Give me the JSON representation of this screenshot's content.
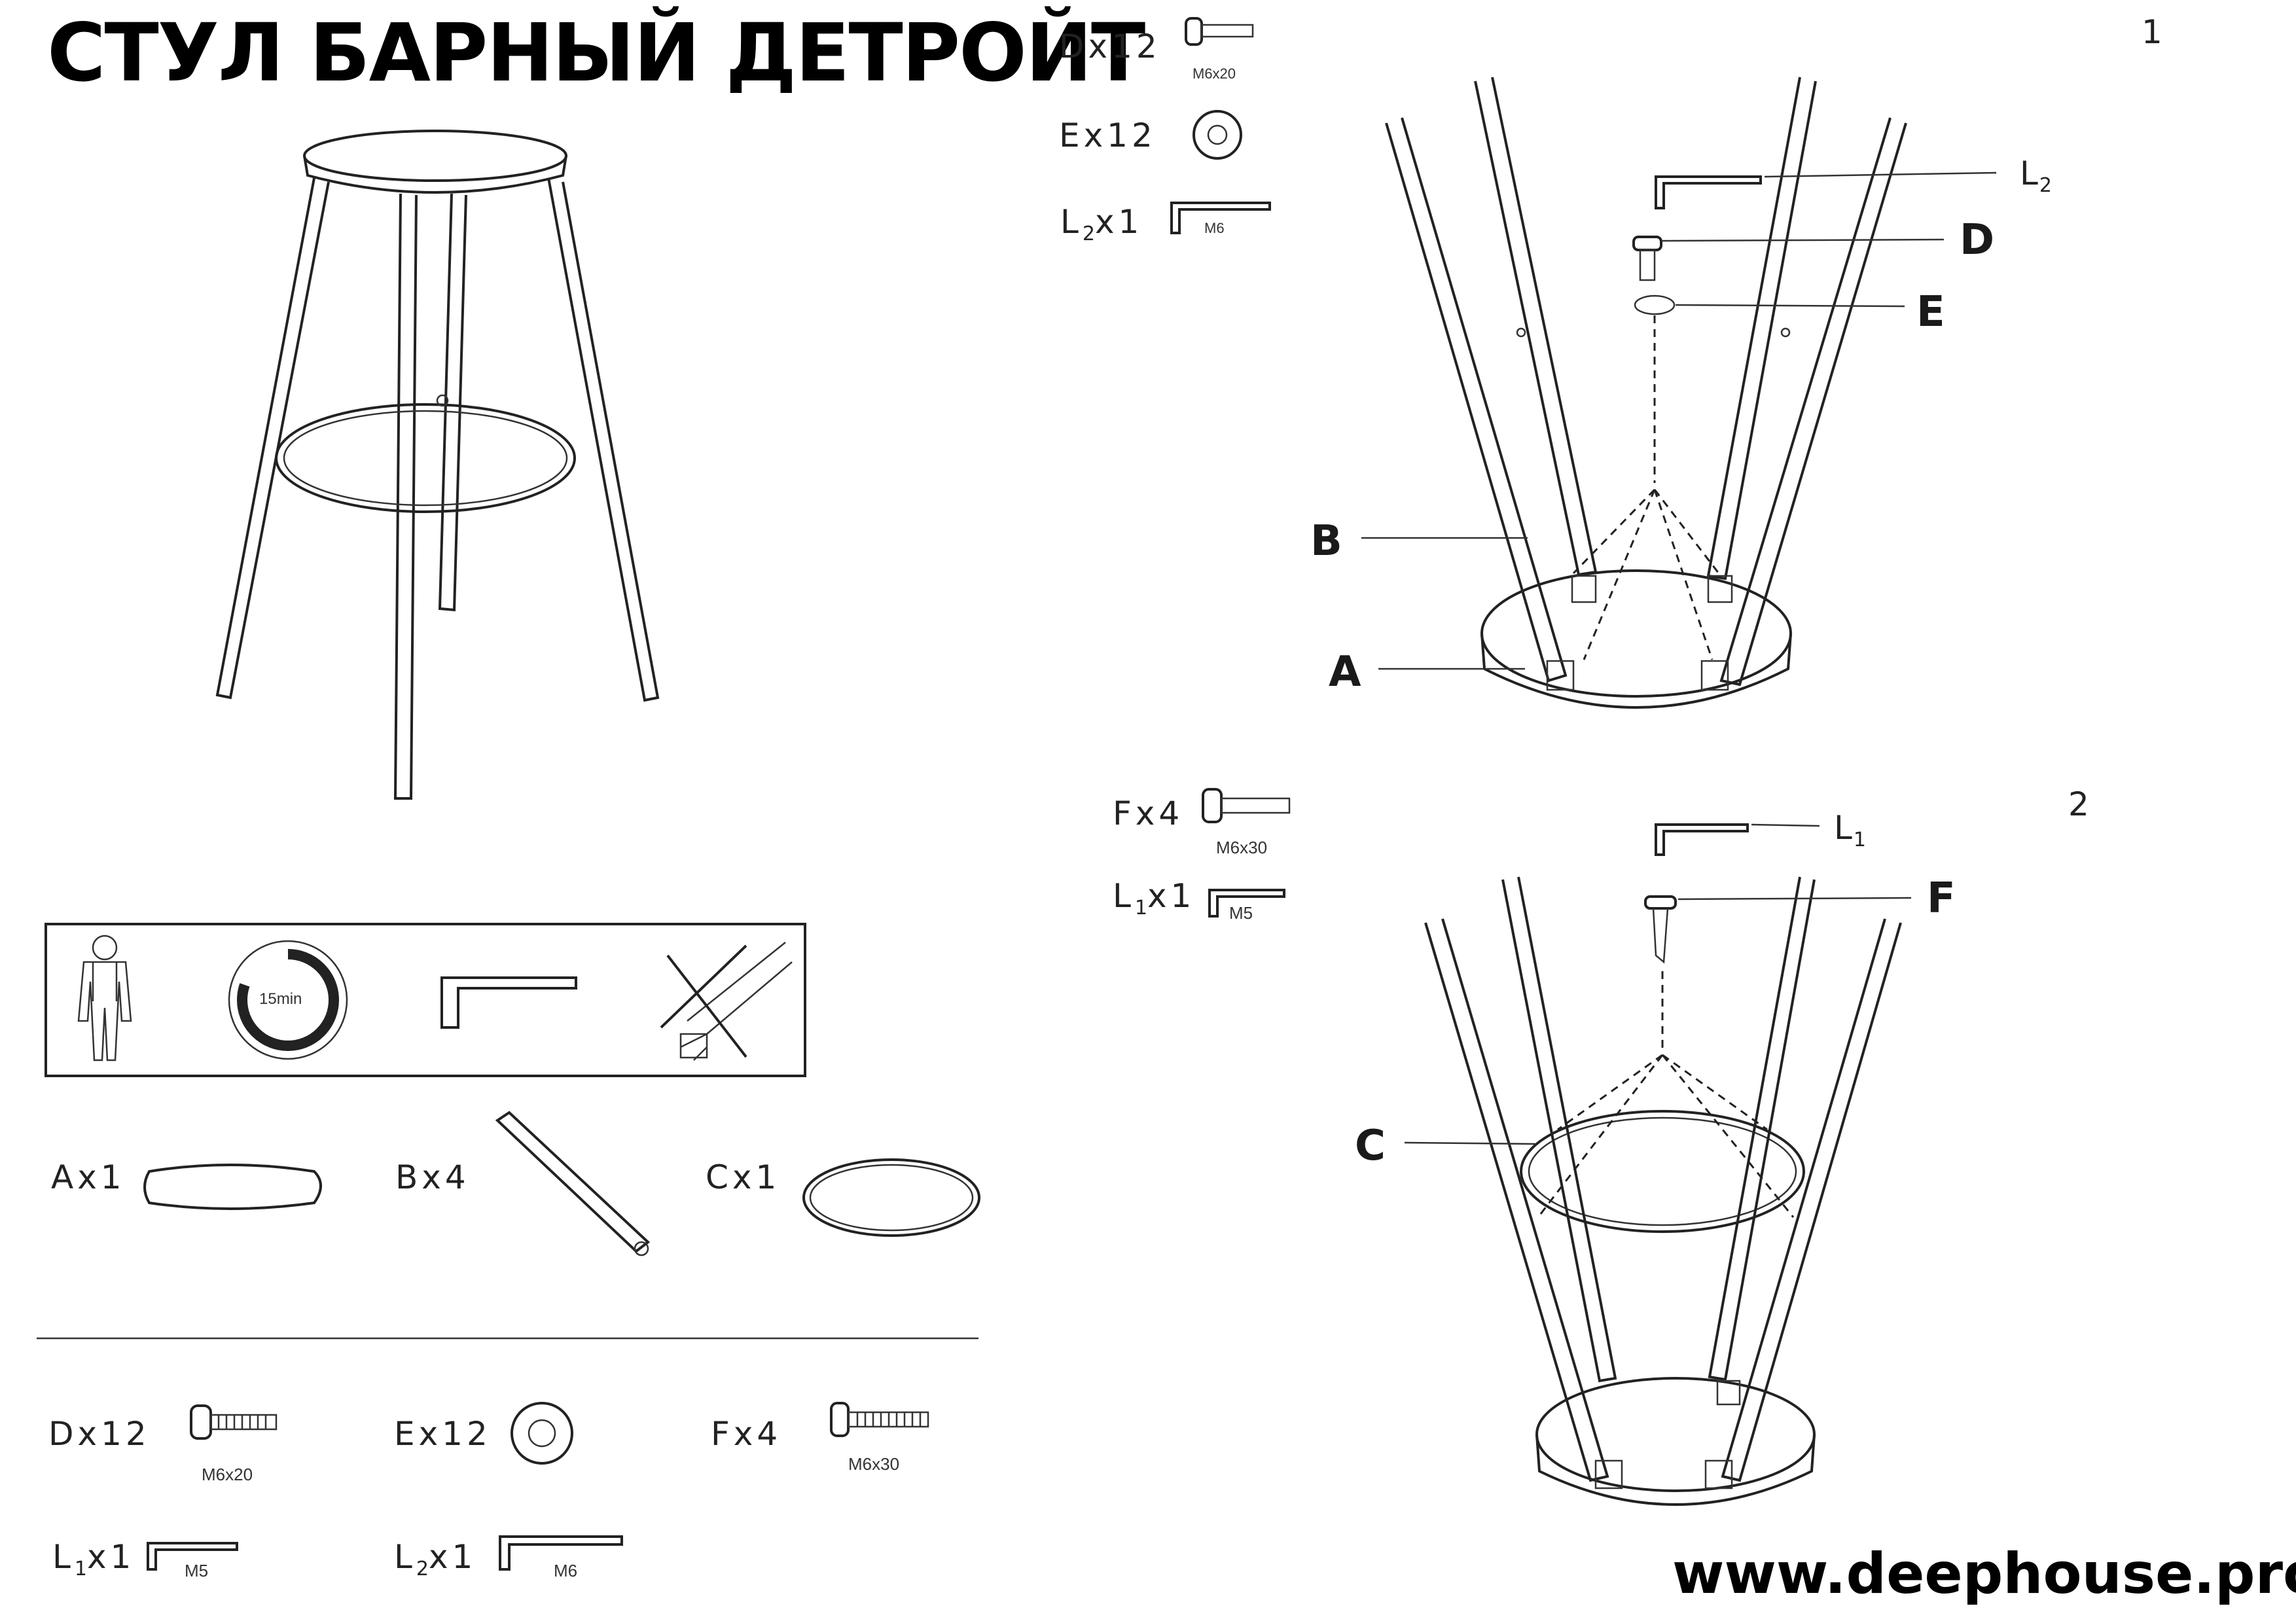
{
  "title": "СТУЛ БАРНЫЙ ДЕТРОЙТ",
  "website": "www.deephouse.pro",
  "rules_box": {
    "timer_label": "15min"
  },
  "parts": [
    {
      "letter": "A",
      "label": "Ax1"
    },
    {
      "letter": "B",
      "label": "Bx4"
    },
    {
      "letter": "C",
      "label": "Cx1"
    }
  ],
  "hardware": {
    "D": {
      "label": "Dx12",
      "size": "M6x20"
    },
    "E": {
      "label": "Ex12"
    },
    "F": {
      "label": "Fx4",
      "size": "M6x30"
    },
    "L1": {
      "label_main": "L",
      "label_sub": "1",
      "label_rest": "x1",
      "size": "M5"
    },
    "L2": {
      "label_main": "L",
      "label_sub": "2",
      "label_rest": "x1",
      "size": "M6"
    }
  },
  "step1": {
    "number": "1",
    "callouts": {
      "L": "L",
      "L_sub": "2",
      "D": "D",
      "E": "E",
      "B": "B",
      "A": "A"
    }
  },
  "step2": {
    "number": "2",
    "callouts": {
      "L": "L",
      "L_sub": "1",
      "F": "F",
      "C": "C"
    }
  }
}
